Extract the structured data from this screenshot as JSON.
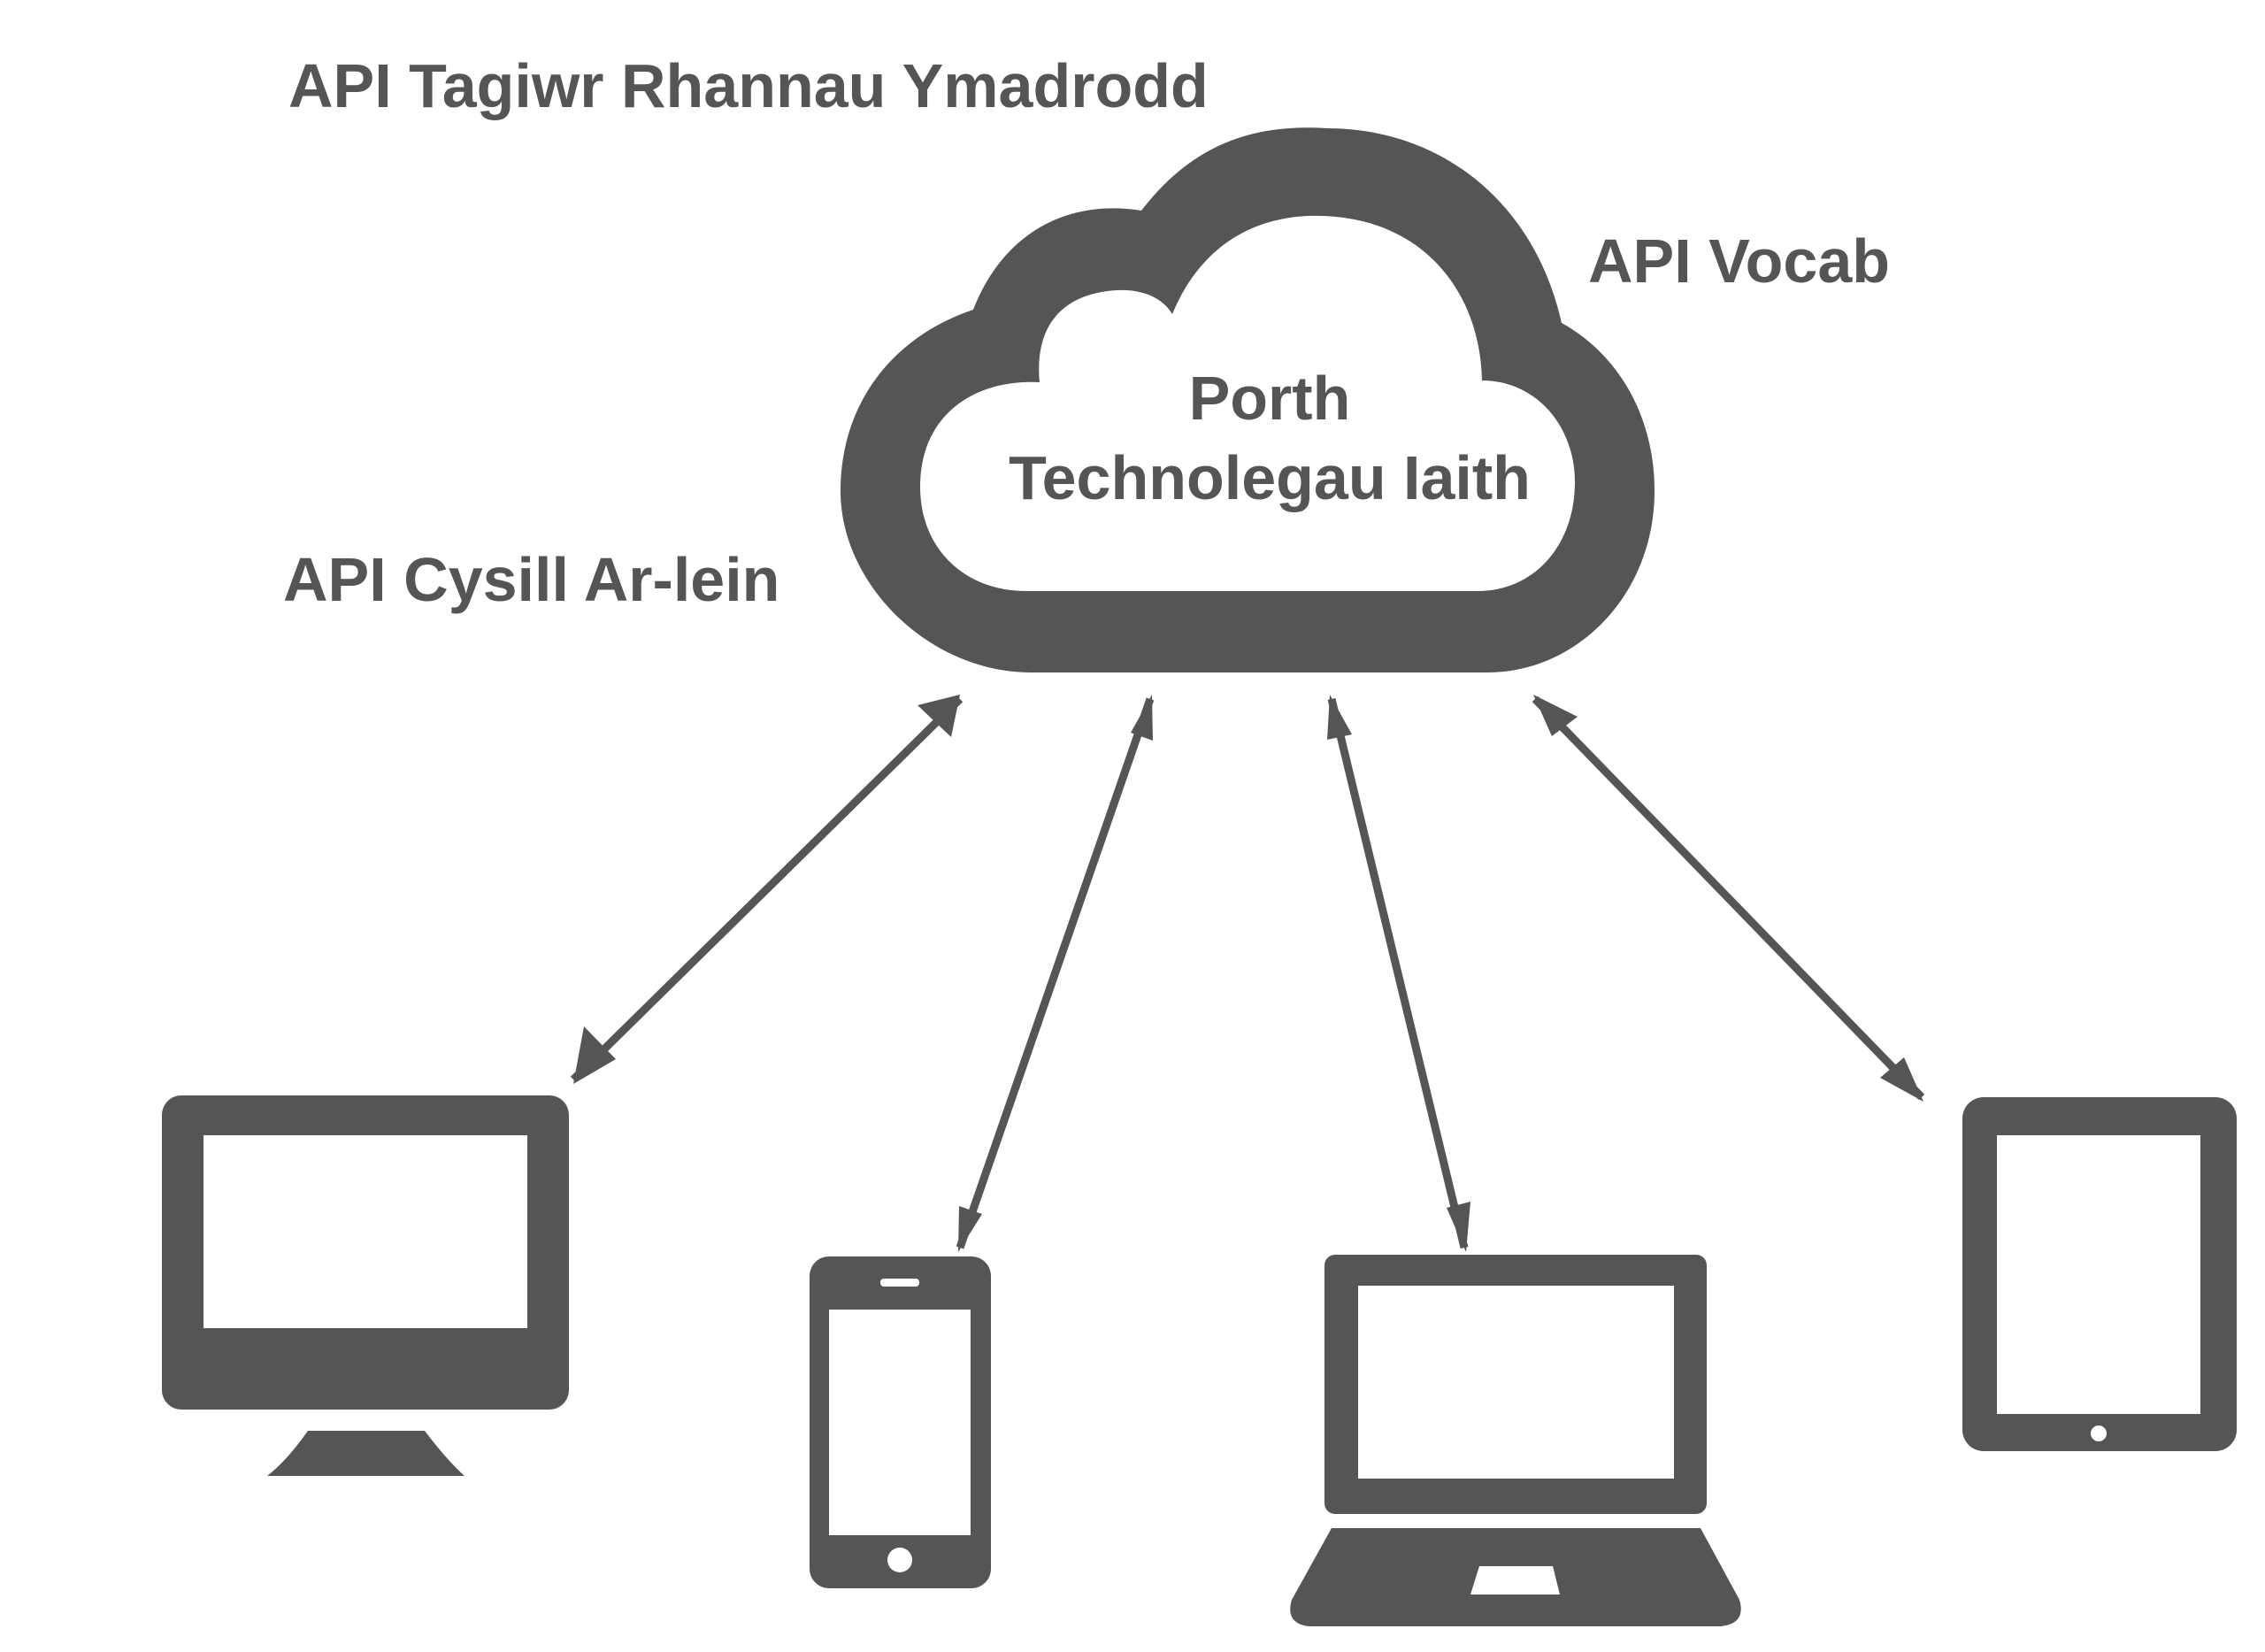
{
  "colors": {
    "ink": "#555555",
    "background": "#ffffff",
    "cloud_fill": "#ffffff",
    "screen_fill": "#ffffff"
  },
  "cloud": {
    "line1": "Porth",
    "line2": "Technolegau Iaith"
  },
  "api_labels": {
    "tagiwr": "API Tagiwr Rhannau Ymadrodd",
    "vocab": "API Vocab",
    "cysill": "API Cysill Ar-lein"
  },
  "devices": [
    {
      "icon": "desktop-monitor-icon"
    },
    {
      "icon": "smartphone-icon"
    },
    {
      "icon": "laptop-icon"
    },
    {
      "icon": "tablet-icon"
    }
  ],
  "connections": [
    {
      "from": "cloud",
      "to": "desktop-monitor",
      "direction": "bidirectional"
    },
    {
      "from": "cloud",
      "to": "smartphone",
      "direction": "bidirectional"
    },
    {
      "from": "cloud",
      "to": "laptop",
      "direction": "bidirectional"
    },
    {
      "from": "cloud",
      "to": "tablet",
      "direction": "bidirectional"
    }
  ]
}
